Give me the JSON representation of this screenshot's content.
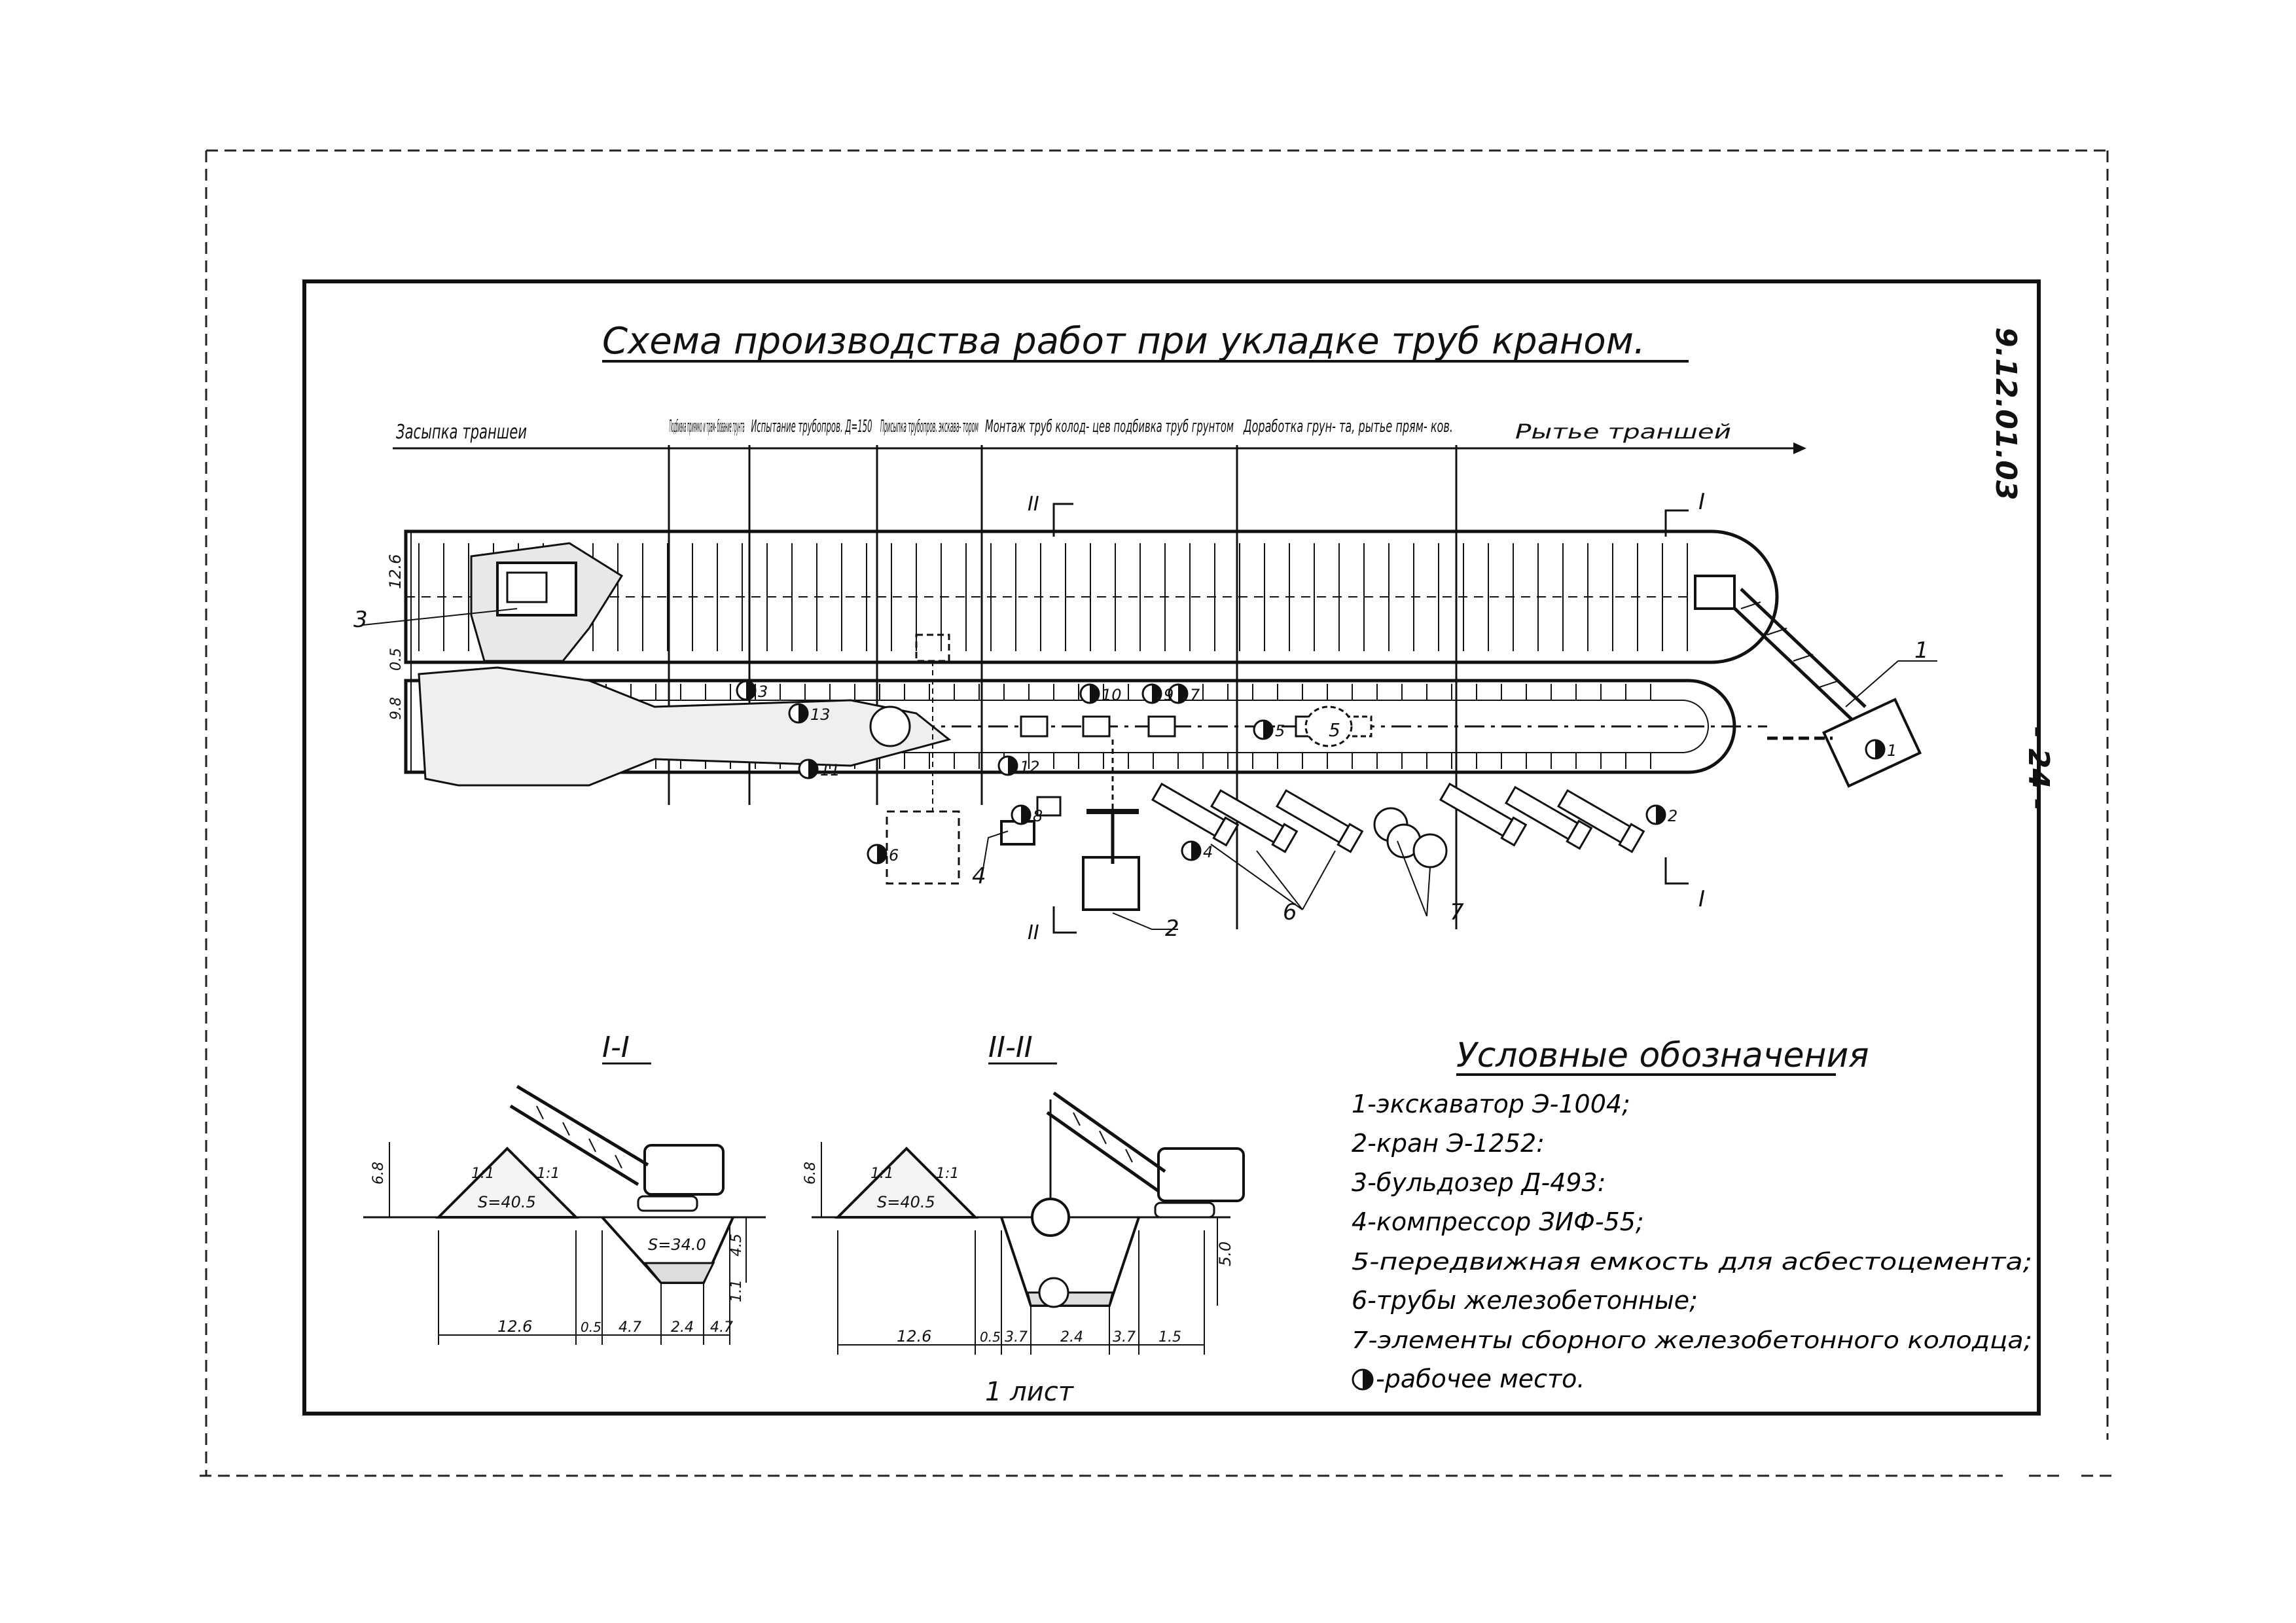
{
  "title": "Схема производства работ при укладке труб краном.",
  "drawing_code": "9.12.01.03",
  "page_number": "- 24 -",
  "sheet_label": "1 лист",
  "stages": [
    {
      "label": "Засыпка траншеи"
    },
    {
      "label": "Подбивка приямко и трам- бование грунта"
    },
    {
      "label": "Испытание трубопров. Д=150"
    },
    {
      "label": "Присыпка трубопров. экскава- тором"
    },
    {
      "label": "Монтаж труб колод- цев подбивка труб грунтом"
    },
    {
      "label": "Доработка грун- та, рытье прям- ков."
    },
    {
      "label": "Рытье траншей"
    }
  ],
  "plan": {
    "dims": [
      "12.6",
      "0.5",
      "9.8"
    ],
    "section_marks": [
      "I",
      "I",
      "II",
      "II"
    ],
    "callouts": [
      "1",
      "2",
      "3",
      "4",
      "5",
      "6",
      "7"
    ],
    "workplaces": [
      "1",
      "2",
      "3",
      "4",
      "5",
      "6",
      "7",
      "8",
      "9",
      "10",
      "11",
      "12",
      "13"
    ]
  },
  "sections": [
    {
      "title": "I-I",
      "area_spoil": "S=40.5",
      "area_trench": "S=34.0",
      "slope_labels": [
        "1:1",
        "1:1"
      ],
      "heights": [
        "6.8",
        "4.5",
        "1.1"
      ],
      "dims": [
        "12.6",
        "0.5",
        "4.7",
        "2.4",
        "4.7"
      ]
    },
    {
      "title": "II-II",
      "area_spoil": "S=40.5",
      "slope_labels": [
        "1:1",
        "1:1"
      ],
      "heights": [
        "6.8",
        "5.0"
      ],
      "dims": [
        "12.6",
        "0.5",
        "3.7",
        "2.4",
        "3.7",
        "1.5"
      ]
    }
  ],
  "legend": {
    "title": "Условные обозначения",
    "items": [
      "1-экскаватор Э-1004;",
      "2-кран Э-1252:",
      "3-бульдозер Д-493:",
      "4-компрессор ЗИФ-55;",
      "5-передвижная емкость для асбестоцемента;",
      "6-трубы железобетонные;",
      "7-элементы сборного железобетонного колодца;",
      "-рабочее место."
    ]
  },
  "colors": {
    "ink": "#111111",
    "paper": "#ffffff"
  }
}
